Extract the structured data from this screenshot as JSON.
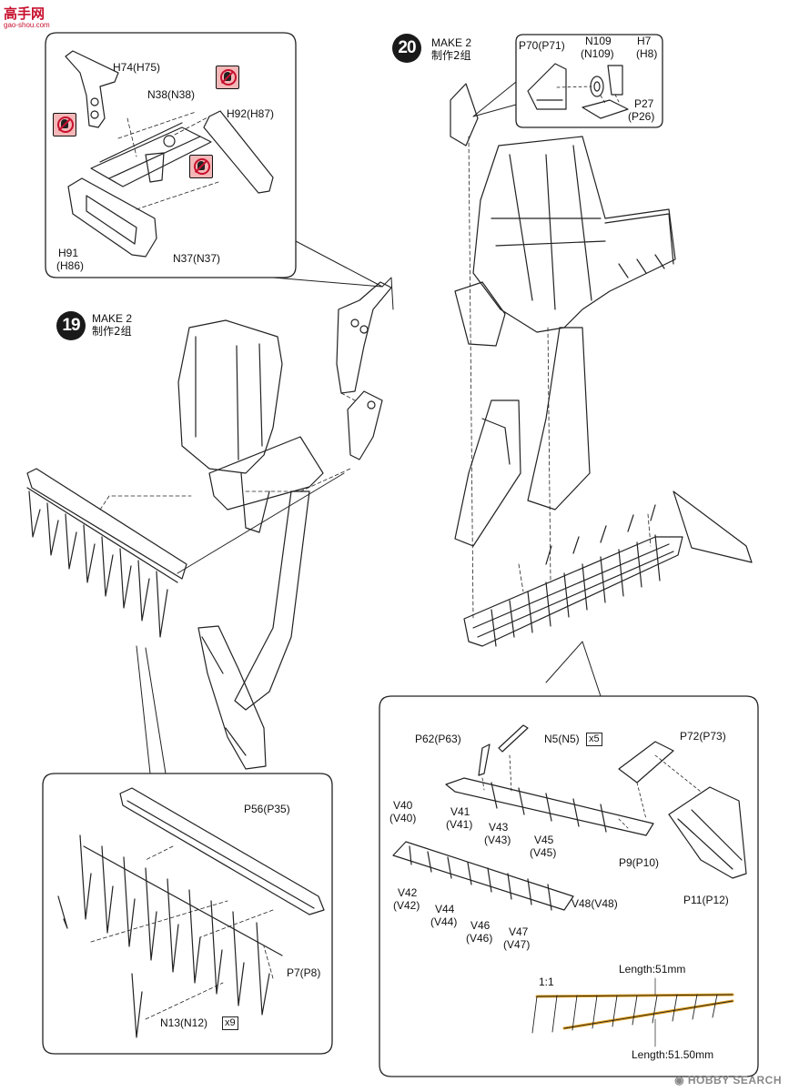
{
  "watermark": {
    "logo_text": "高手网",
    "logo_url": "gao-shou.com",
    "bottom_text": "HOBBY SEARCH",
    "bottom_icon": "hobbysearch-logo"
  },
  "step19": {
    "number": "19",
    "make": "MAKE 2",
    "make_cn": "制作2组",
    "inset_top": {
      "labels": {
        "h74": "H74(H75)",
        "n38": "N38(N38)",
        "h92": "H92(H87)",
        "h91": "H91",
        "h86": "(H86)",
        "n37": "N37(N37)"
      },
      "icons": [
        "no-glue-icon",
        "no-glue-icon",
        "no-glue-icon"
      ]
    },
    "inset_bottom": {
      "labels": {
        "p56": "P56(P35)",
        "p7": "P7(P8)",
        "n13": "N13(N12)",
        "n13_qty": "x9"
      }
    }
  },
  "step20": {
    "number": "20",
    "make": "MAKE 2",
    "make_cn": "制作2组",
    "inset_top": {
      "labels": {
        "p70": "P70(P71)",
        "n109": "N109",
        "n109b": "(N109)",
        "h7": "H7",
        "h8": "(H8)",
        "p27": "P27",
        "p26": "(P26)"
      }
    },
    "inset_bottom": {
      "labels": {
        "p62": "P62(P63)",
        "n5": "N5(N5)",
        "n5_qty": "x5",
        "p72": "P72(P73)",
        "v40": "V40",
        "v40b": "(V40)",
        "v41": "V41",
        "v41b": "(V41)",
        "v43": "V43",
        "v43b": "(V43)",
        "v45": "V45",
        "v45b": "(V45)",
        "v42": "V42",
        "v42b": "(V42)",
        "v44": "V44",
        "v44b": "(V44)",
        "v46": "V46",
        "v46b": "(V46)",
        "v47": "V47",
        "v47b": "(V47)",
        "v48": "V48(V48)",
        "p9": "P9(P10)",
        "p11": "P11(P12)",
        "scale": "1:1",
        "length1": "Length:51mm",
        "length2": "Length:51.50mm"
      },
      "accent_color": "#e0a020"
    }
  }
}
